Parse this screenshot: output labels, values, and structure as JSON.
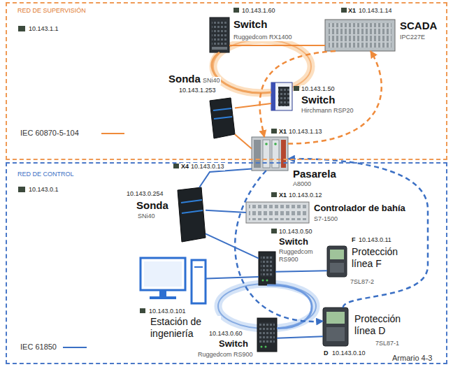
{
  "diagram": {
    "nodes": [
      {
        "text": [
          "RED DE SUPERVISIÓN",
          "10.143.1.1"
        ]
      },
      {
        "text": [
          "RED DE CONTROL",
          "10.143.0.1"
        ]
      },
      {
        "text": [
          "10.143.1.60",
          "Switch",
          "Ruggedcom RX1400"
        ],
        "in": 0
      },
      {
        "text": [
          "X1",
          "10.143.1.14",
          "SCADA",
          "IPC227E"
        ],
        "in": 0
      },
      {
        "text": [
          "Sonda",
          "SNi40",
          "10.143.1.253"
        ],
        "in": 0
      },
      {
        "text": [
          "10.143.1.50",
          "Switch",
          "Hirchmann RSP20"
        ],
        "in": 0
      },
      {
        "text": [
          "X1",
          "10.143.1.13",
          "X4",
          "10.143.0.13",
          "Pasarela",
          "A8000"
        ]
      },
      {
        "text": [
          "10.143.0.254",
          "Sonda",
          "SNi40"
        ],
        "in": 1
      },
      {
        "text": [
          "X1",
          "10.143.0.12",
          "Controlador de bahía",
          "S7-1500"
        ],
        "in": 1
      },
      {
        "text": [
          "10.143.0.50",
          "Switch",
          "Ruggedcom RS900"
        ],
        "in": 1
      },
      {
        "text": [
          "F",
          "10.143.0.11",
          "Protección línea F",
          "7SL87-2"
        ],
        "in": 1
      },
      {
        "text": [
          "10.143.0.101",
          "Estación de ingeniería"
        ],
        "in": 1
      },
      {
        "text": [
          "10.143.0.60",
          "Switch",
          "Ruggedcom RS900"
        ],
        "in": 1
      },
      {
        "text": [
          "Protección línea D",
          "7SL87-1",
          "D",
          "10.143.0.10"
        ],
        "in": 1
      }
    ],
    "edges": [
      {
        "from": 2,
        "to": 3,
        "arrow": "none"
      },
      {
        "from": 2,
        "to": 5,
        "arrow": "none"
      },
      {
        "from": 5,
        "to": 4,
        "arrow": "none"
      },
      {
        "from": 4,
        "to": 6,
        "arrow": "none"
      },
      {
        "from": 3,
        "to": 6,
        "arrow": "to"
      },
      {
        "from": 6,
        "to": 3,
        "arrow": "to"
      },
      {
        "from": 6,
        "to": 7,
        "arrow": "none"
      },
      {
        "from": 7,
        "to": 8,
        "arrow": "none"
      },
      {
        "from": 7,
        "to": 9,
        "arrow": "none"
      },
      {
        "from": 9,
        "to": 10,
        "arrow": "none"
      },
      {
        "from": 9,
        "to": 11,
        "arrow": "none"
      },
      {
        "from": 9,
        "to": 12,
        "arrow": "none"
      },
      {
        "from": 12,
        "to": 13,
        "arrow": "none"
      },
      {
        "from": 6,
        "to": 13,
        "arrow": "to"
      },
      {
        "from": 13,
        "to": 6,
        "arrow": "to"
      }
    ],
    "labels": [
      "Armario 4-3"
    ],
    "legend": [
      {
        "text": "IEC 60870-5-104"
      },
      {
        "text": "IEC 61850"
      }
    ]
  }
}
